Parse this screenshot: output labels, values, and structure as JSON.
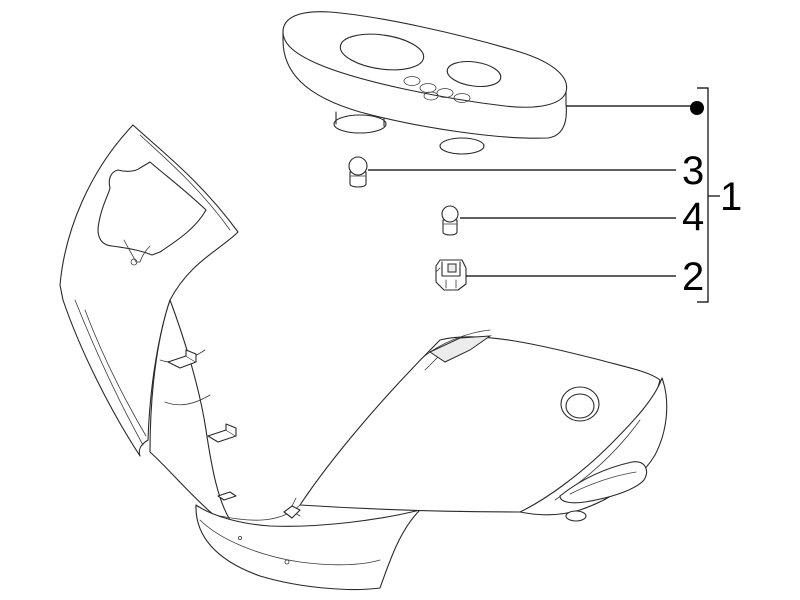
{
  "callouts": {
    "assembly": "1",
    "connector": "2",
    "bulb_upper": "3",
    "bulb_lower": "4"
  },
  "colors": {
    "line": "#2a2a2a",
    "background": "#ffffff",
    "label": "#000000"
  }
}
